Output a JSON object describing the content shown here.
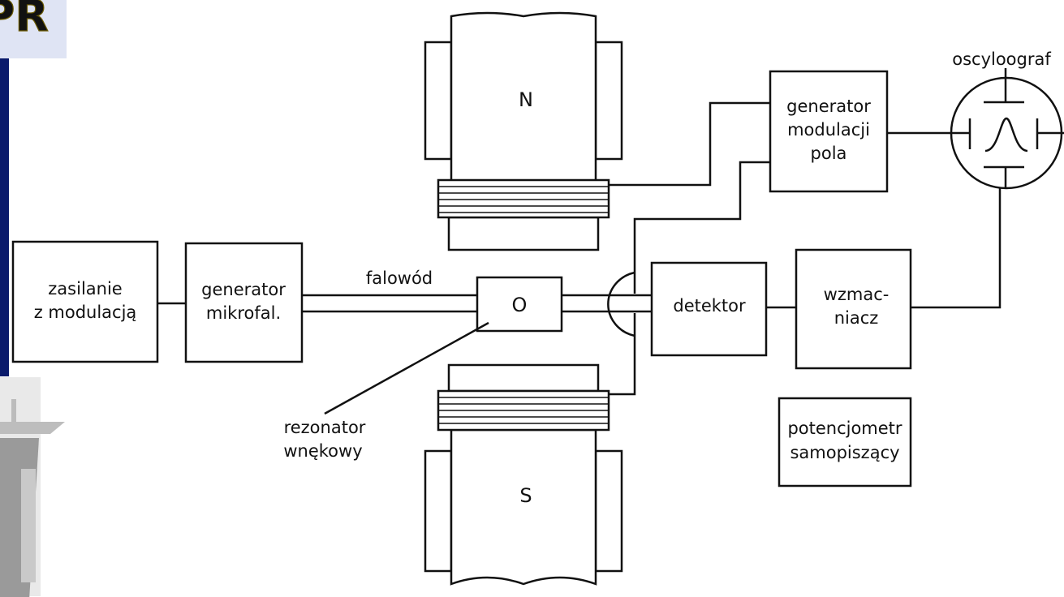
{
  "slide": {
    "title_fragment": "PR",
    "colors": {
      "title_fill": "#f5e300",
      "title_bg": "#dfe4f4",
      "side_band": "#0a1a6b"
    }
  },
  "diagram": {
    "power_supply": [
      "zasilanie",
      "z modulacją"
    ],
    "microwave_gen": [
      "generator",
      "mikrofal."
    ],
    "waveguide": "falowód",
    "resonator": [
      "rezonator",
      "wnękowy"
    ],
    "resonator_symbol": "O",
    "magnet_north": "N",
    "magnet_south": "S",
    "field_mod_gen": [
      "generator",
      "modulacji",
      "pola"
    ],
    "oscilloscope": "oscyloograf",
    "detector": "detektor",
    "amplifier": [
      "wzmac-",
      "niacz"
    ],
    "recorder": [
      "potencjometr",
      "samopiszący"
    ]
  }
}
